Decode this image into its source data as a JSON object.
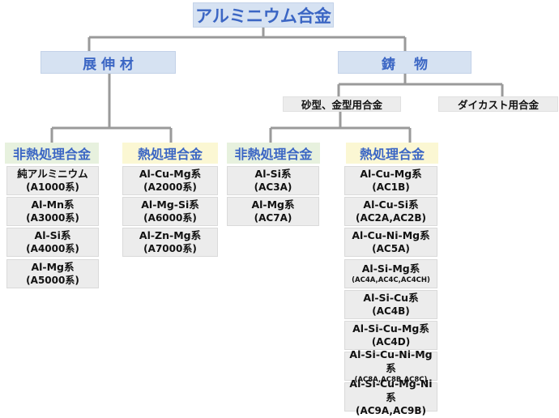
{
  "root": "アルミニウム合金",
  "wrought": "展 伸 材",
  "casting": "鋳 　物",
  "sand": "砂型、金型用合金",
  "die": "ダイカスト用合金",
  "categories": {
    "w_non": "非熱処理合金",
    "w_heat": "熱処理合金",
    "c_non": "非熱処理合金",
    "c_heat": "熱処理合金"
  },
  "w_non_items": [
    {
      "name": "純アルミニウム",
      "code": "(A1000系)"
    },
    {
      "name": "Al-Mn系",
      "code": "(A3000系)"
    },
    {
      "name": "Al-Si系",
      "code": "(A4000系)"
    },
    {
      "name": "Al-Mg系",
      "code": "(A5000系)"
    }
  ],
  "w_heat_items": [
    {
      "name": "Al-Cu-Mg系",
      "code": "(A2000系)"
    },
    {
      "name": "Al-Mg-Si系",
      "code": "(A6000系)"
    },
    {
      "name": "Al-Zn-Mg系",
      "code": "(A7000系)"
    }
  ],
  "c_non_items": [
    {
      "name": "Al-Si系",
      "code": "(AC3A)"
    },
    {
      "name": "Al-Mg系",
      "code": "(AC7A)"
    }
  ],
  "c_heat_items": [
    {
      "name": "Al-Cu-Mg系",
      "code": "(AC1B)"
    },
    {
      "name": "Al-Cu-Si系",
      "code": "(AC2A,AC2B)"
    },
    {
      "name": "Al-Cu-Ni-Mg系",
      "code": "(AC5A)"
    },
    {
      "name": "Al-Si-Mg系",
      "code": "(AC4A,AC4C,AC4CH)"
    },
    {
      "name": "Al-Si-Cu系",
      "code": "(AC4B)"
    },
    {
      "name": "Al-Si-Cu-Mg系",
      "code": "(AC4D)"
    },
    {
      "name": "Al-Si-Cu-Ni-Mg系",
      "code": "(AC8A,AC8B,AC8C)"
    },
    {
      "name": "Al-Si-Cu-Mg-Ni系",
      "code": "(AC9A,AC9B)"
    }
  ]
}
